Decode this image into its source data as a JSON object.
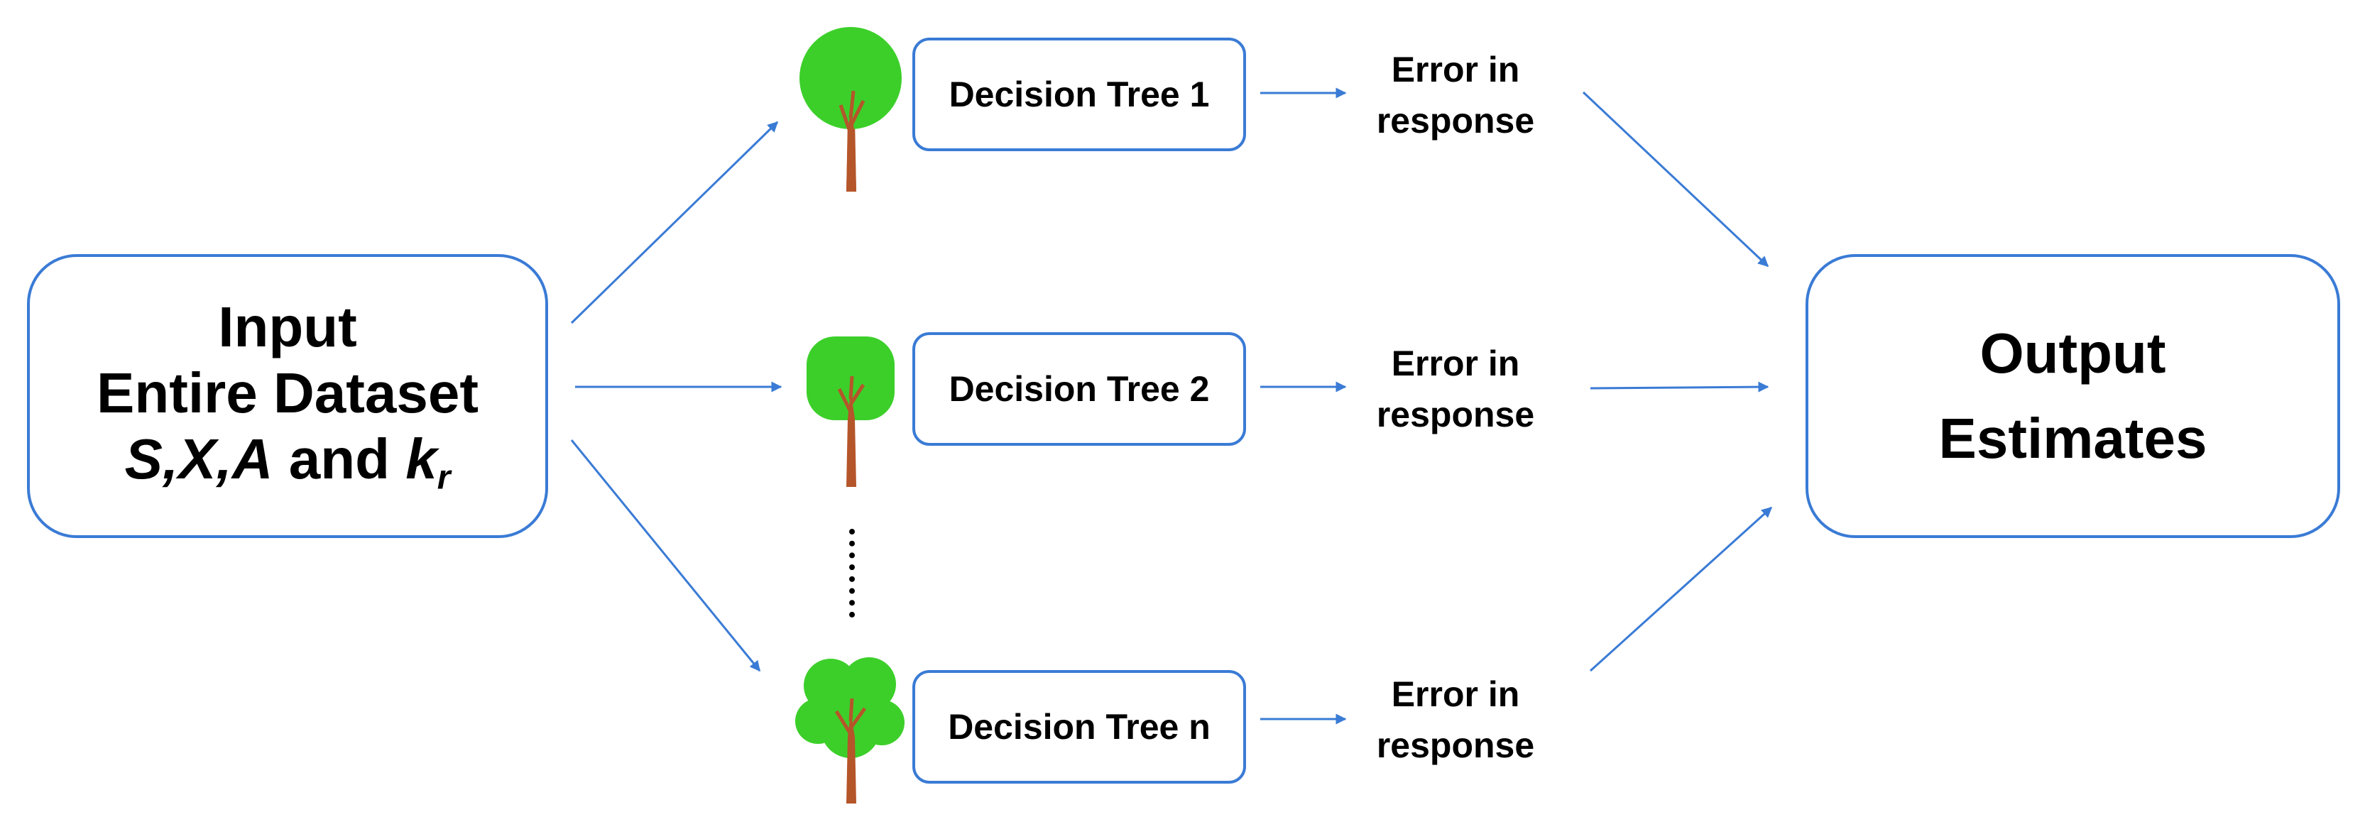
{
  "input": {
    "line1": "Input",
    "line2": "Entire Dataset",
    "line3_vars": "S,X,A",
    "line3_and": "and",
    "line3_k": "k",
    "line3_k_sub": "r"
  },
  "trees": [
    {
      "label": "Decision Tree 1",
      "error_line1": "Error in",
      "error_line2": "response"
    },
    {
      "label": "Decision Tree 2",
      "error_line1": "Error in",
      "error_line2": "response"
    },
    {
      "label": "Decision Tree n",
      "error_line1": "Error in",
      "error_line2": "response"
    }
  ],
  "output": {
    "line1": "Output",
    "line2": "Estimates"
  },
  "colors": {
    "box_border": "#3a7bd5",
    "arrow": "#3a7bd5",
    "foliage": "#3ccf2a",
    "trunk": "#b5552a"
  },
  "icons": {
    "tree": "tree-icon",
    "ellipsis": "vertical-dotted-ellipsis"
  }
}
